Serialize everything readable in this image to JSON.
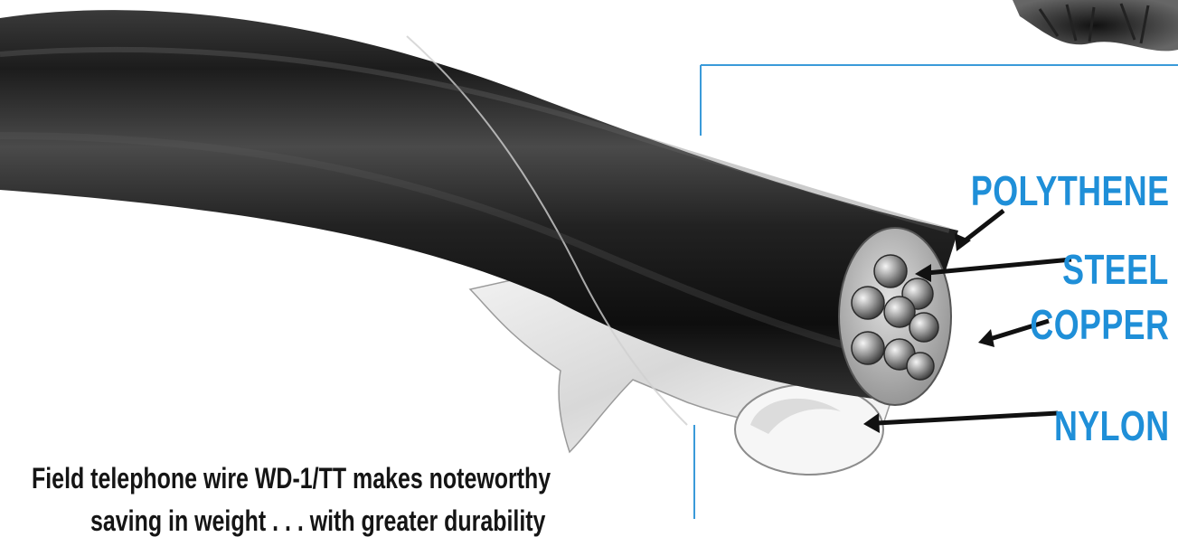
{
  "labels": {
    "polythene": "POLYTHENE",
    "steel": "STEEL",
    "copper": "COPPER",
    "nylon": "NYLON"
  },
  "caption": {
    "line1": "Field telephone wire WD-1/TT makes noteworthy",
    "line2": "saving in weight . . . with greater durability"
  },
  "colors": {
    "label_blue": "#1f8fd8",
    "frame_blue": "#3a9ad9",
    "caption_text": "#151515",
    "cable_dark": "#1a1a1a",
    "conductor_metal": "#b8b8b8"
  }
}
